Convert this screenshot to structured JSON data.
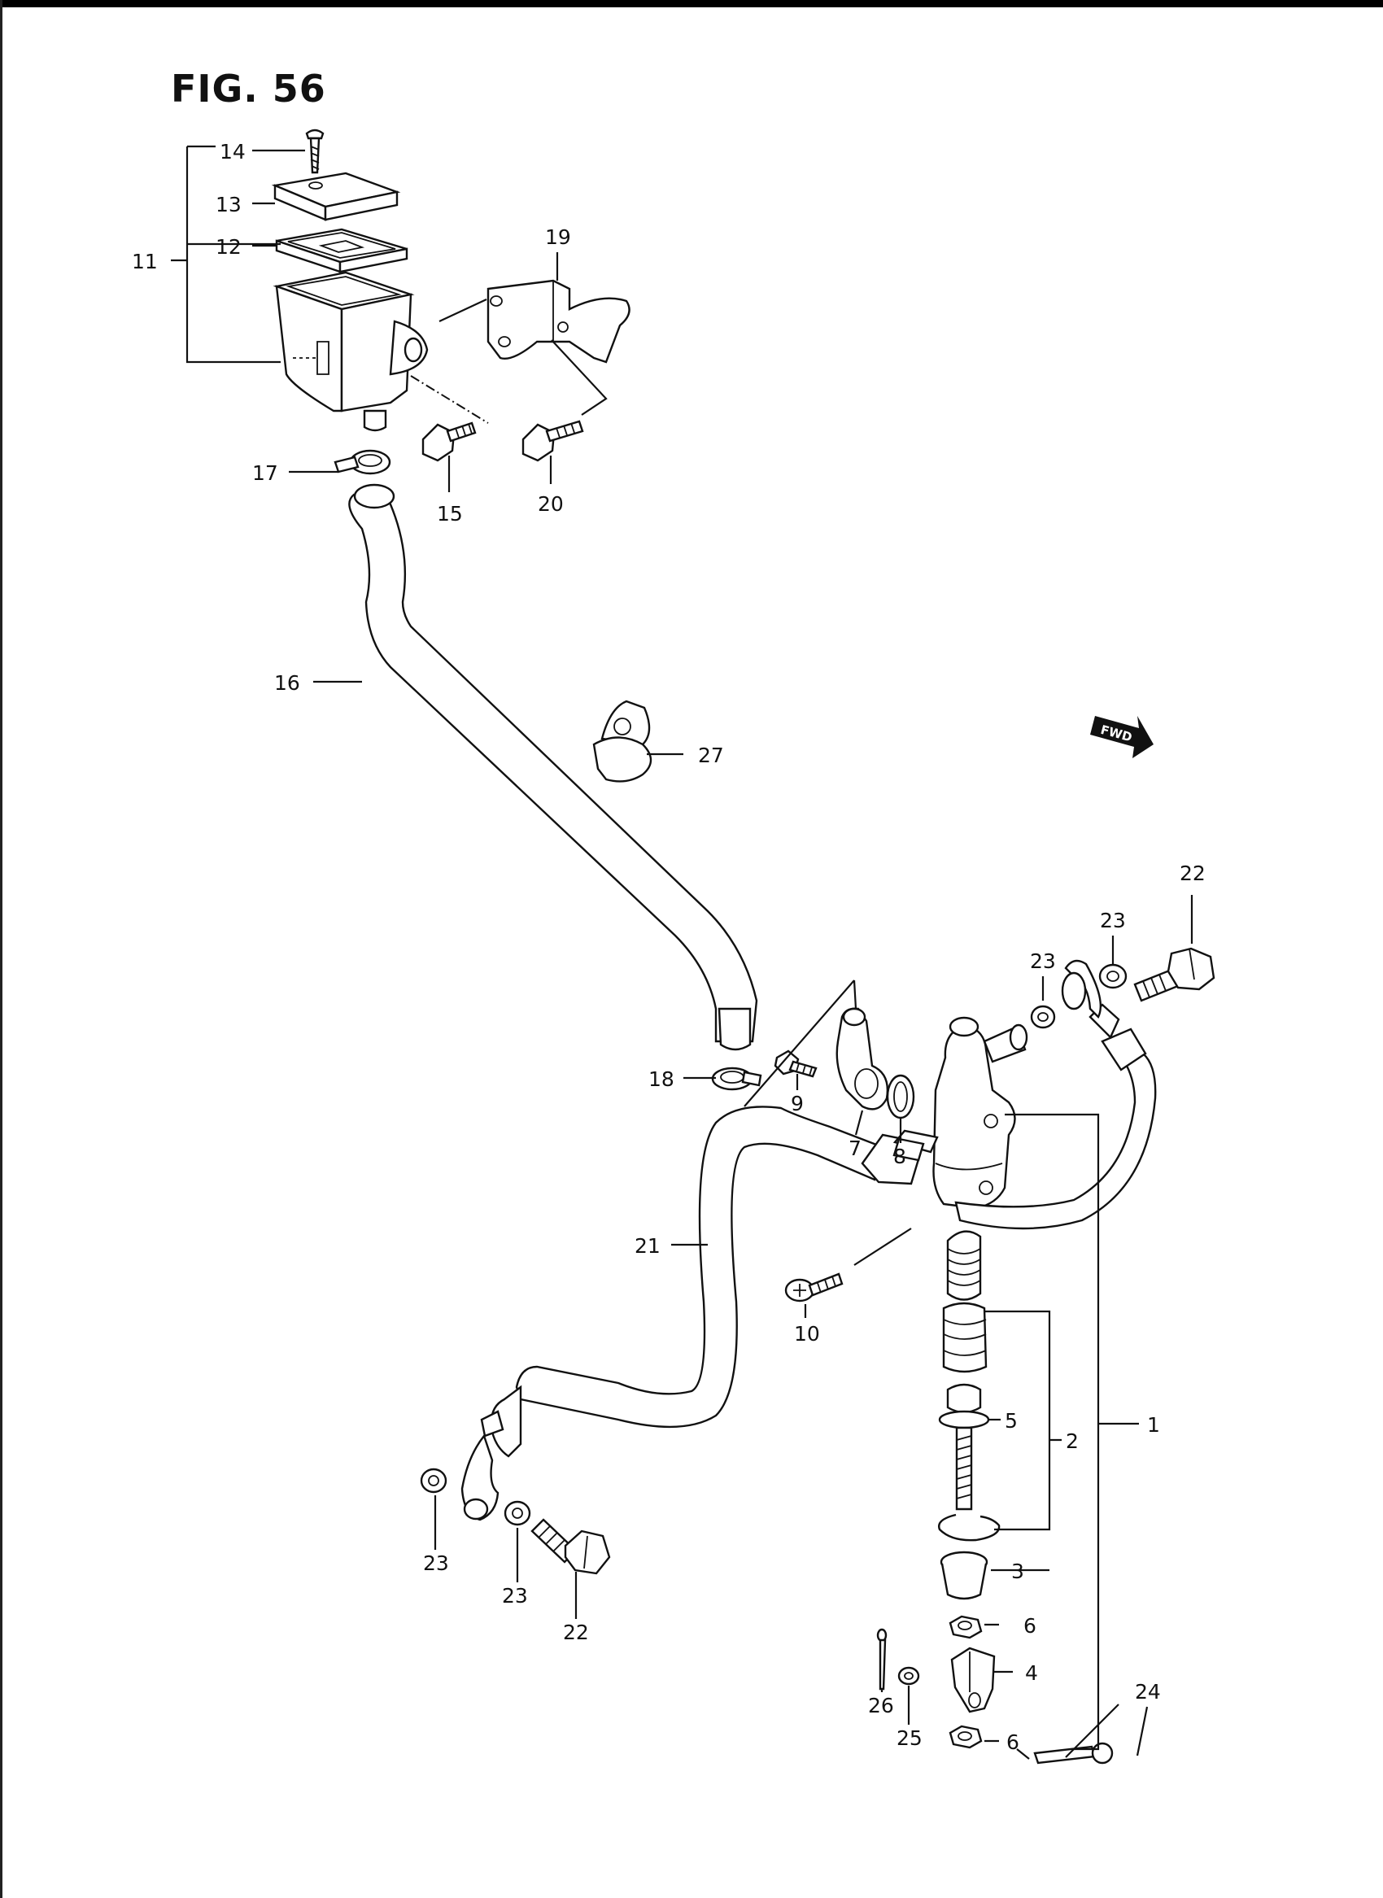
{
  "figure": {
    "title": "FIG. 56"
  },
  "fwd_mark": "FWD",
  "labels": {
    "p1": "1",
    "p2": "2",
    "p3": "3",
    "p4": "4",
    "p5": "5",
    "p6a": "6",
    "p6b": "6",
    "p7": "7",
    "p8": "8",
    "p9": "9",
    "p10": "10",
    "p11": "11",
    "p12": "12",
    "p13": "13",
    "p14": "14",
    "p15": "15",
    "p16": "16",
    "p17": "17",
    "p18": "18",
    "p19": "19",
    "p20": "20",
    "p21": "21",
    "p22a": "22",
    "p22b": "22",
    "p23a": "23",
    "p23b": "23",
    "p23c": "23",
    "p23d": "23",
    "p24": "24",
    "p25": "25",
    "p26": "26",
    "p27": "27"
  }
}
